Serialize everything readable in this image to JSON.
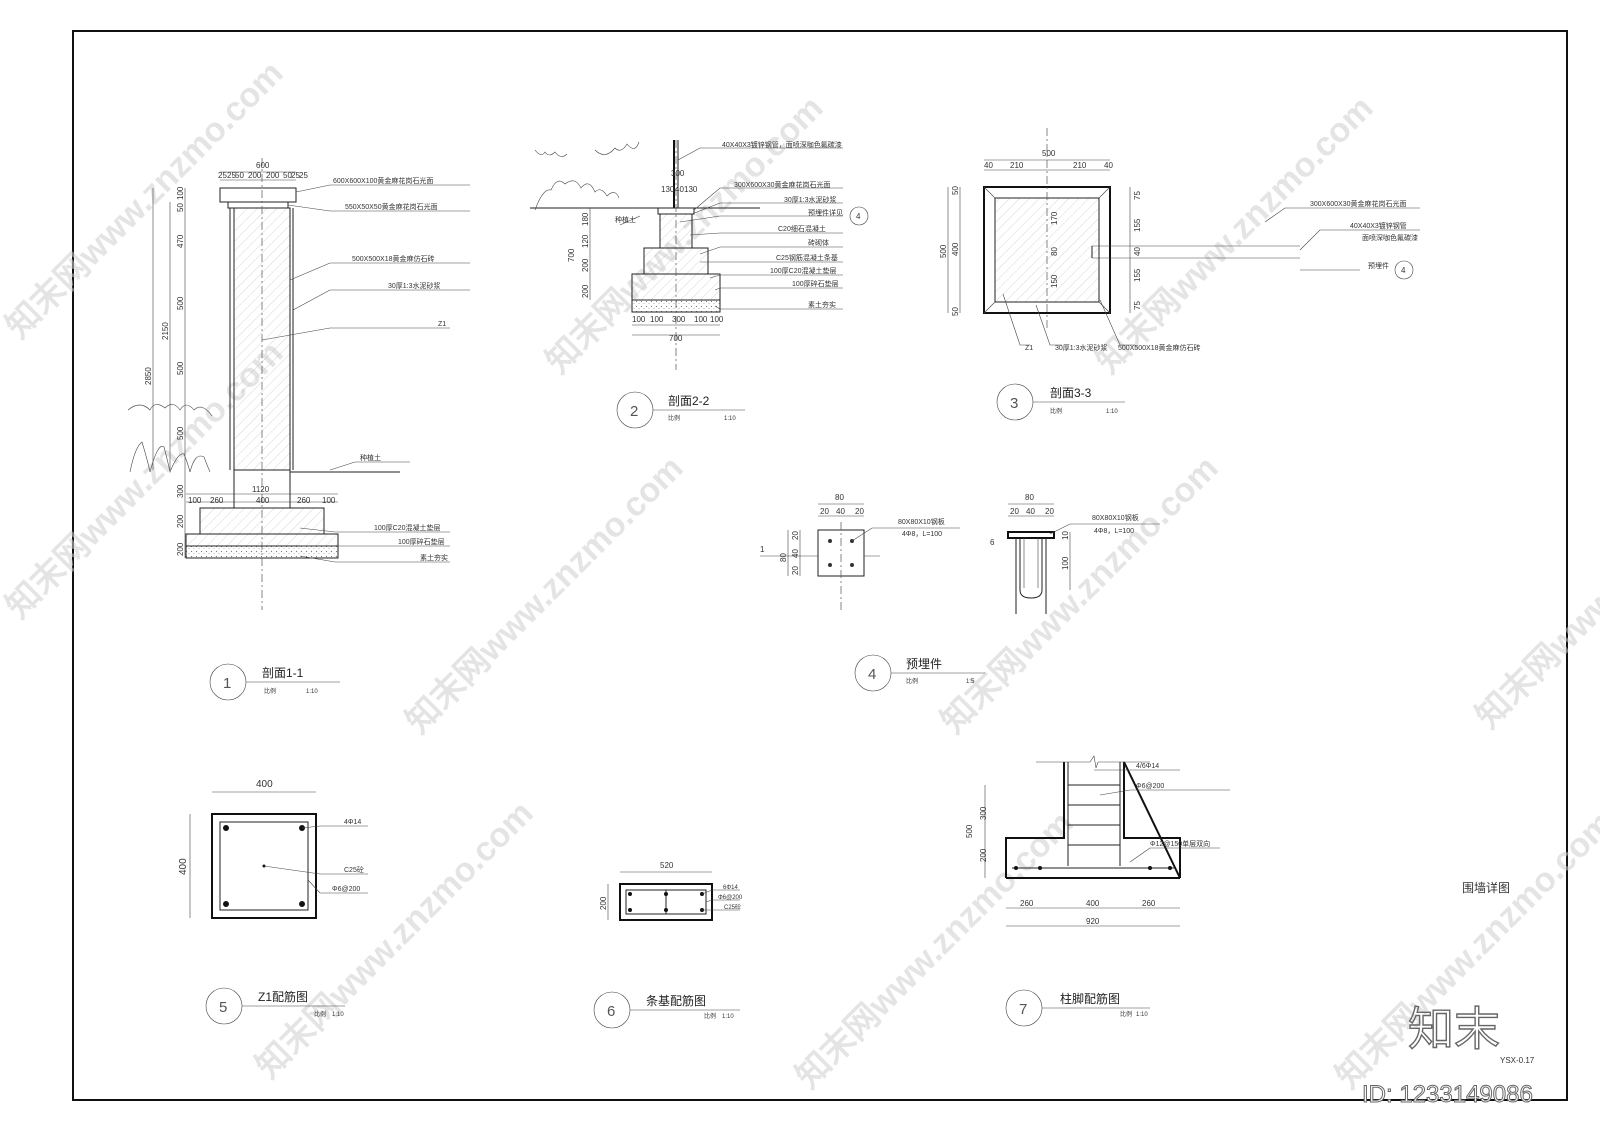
{
  "sheet": {
    "title": "围墙详图",
    "sheet_no": "YSX-0.17",
    "logo_text": "知末",
    "id_text": "ID: 1233149086",
    "watermark": "知末网www.znzmo.com"
  },
  "details": [
    {
      "num": "1",
      "title": "剖面1-1",
      "scale_label": "比例",
      "scale": "1:10"
    },
    {
      "num": "2",
      "title": "剖面2-2",
      "scale_label": "比例",
      "scale": "1:10"
    },
    {
      "num": "3",
      "title": "剖面3-3",
      "scale_label": "比例",
      "scale": "1:10"
    },
    {
      "num": "4",
      "title": "预埋件",
      "scale_label": "比例",
      "scale": "1:5"
    },
    {
      "num": "5",
      "title": "Z1配筋图",
      "scale_label": "比例",
      "scale": "1:10"
    },
    {
      "num": "6",
      "title": "条基配筋图",
      "scale_label": "比例",
      "scale": "1:10"
    },
    {
      "num": "7",
      "title": "柱脚配筋图",
      "scale_label": "比例",
      "scale": "1:10"
    }
  ],
  "section_1_1": {
    "notes": [
      "600X600X100黄金麻花岗石光面",
      "550X50X50黄金麻花岗石光面",
      "500X500X18黄金麻仿石砖",
      "30厚1:3水泥砂浆",
      "Z1",
      "种植土",
      "100厚C20混凝土垫层",
      "100厚碎石垫层",
      "素土夯实"
    ],
    "dims_top": [
      "600",
      "25",
      "25",
      "50",
      "200",
      "200",
      "50",
      "25",
      "25"
    ],
    "dims_left": [
      "100",
      "50",
      "470",
      "500",
      "500",
      "500",
      "300",
      "200",
      "200"
    ],
    "dims_overall": [
      "2150",
      "2850"
    ],
    "dims_footing": [
      "1120",
      "100",
      "260",
      "400",
      "260",
      "100"
    ]
  },
  "section_2_2": {
    "notes": [
      "40X40X3镀锌钢管，面喷深咖色氟碳漆",
      "300X600X30黄金麻花岗石光面",
      "30厚1:3水泥砂浆",
      "预埋件详见",
      "C20细石混凝土",
      "砖砌体",
      "C25钢筋混凝土条基",
      "100厚C20混凝土垫层",
      "100厚碎石垫层",
      "素土夯实",
      "种植土"
    ],
    "ref": "4",
    "dims_top": [
      "300",
      "130",
      "40",
      "130"
    ],
    "dims_left": [
      "180",
      "120",
      "700",
      "200",
      "200"
    ],
    "dims_bottom": [
      "100",
      "100",
      "300",
      "100",
      "100",
      "700"
    ]
  },
  "section_3_3": {
    "notes": [
      "300X600X30黄金麻花岗石光面",
      "40X40X3镀锌钢管",
      "面喷深咖色氟碳漆",
      "预埋件",
      "Z1",
      "30厚1:3水泥砂浆",
      "500X500X18黄金麻仿石砖"
    ],
    "ref": "4",
    "dims_top": [
      "500",
      "40",
      "210",
      "210",
      "40"
    ],
    "dims_left": [
      "50",
      "400",
      "50",
      "500"
    ],
    "dims_inner": [
      "170",
      "80",
      "150"
    ],
    "dims_right": [
      "75",
      "155",
      "40",
      "155",
      "75"
    ]
  },
  "embed_4": {
    "notes": [
      "80X80X10钢板",
      "4Φ8，L=100"
    ],
    "dims_plan": [
      "80",
      "20",
      "40",
      "20",
      "20",
      "40",
      "20",
      "80"
    ],
    "dims_side": [
      "80",
      "20",
      "40",
      "20",
      "10",
      "100"
    ],
    "refs": [
      "1",
      "6"
    ]
  },
  "z1_rebar_5": {
    "dims": [
      "400",
      "400"
    ],
    "notes": [
      "4Φ14",
      "C25砼",
      "Φ6@200"
    ]
  },
  "strip_rebar_6": {
    "dims": [
      "520",
      "200"
    ],
    "notes": [
      "6Φ14",
      "Φ6@200",
      "C25砼"
    ]
  },
  "footing_rebar_7": {
    "dims": [
      "500",
      "300",
      "200",
      "260",
      "400",
      "260",
      "920"
    ],
    "notes": [
      "4/6Φ14",
      "Φ6@200",
      "Φ12@150单层双向"
    ]
  }
}
